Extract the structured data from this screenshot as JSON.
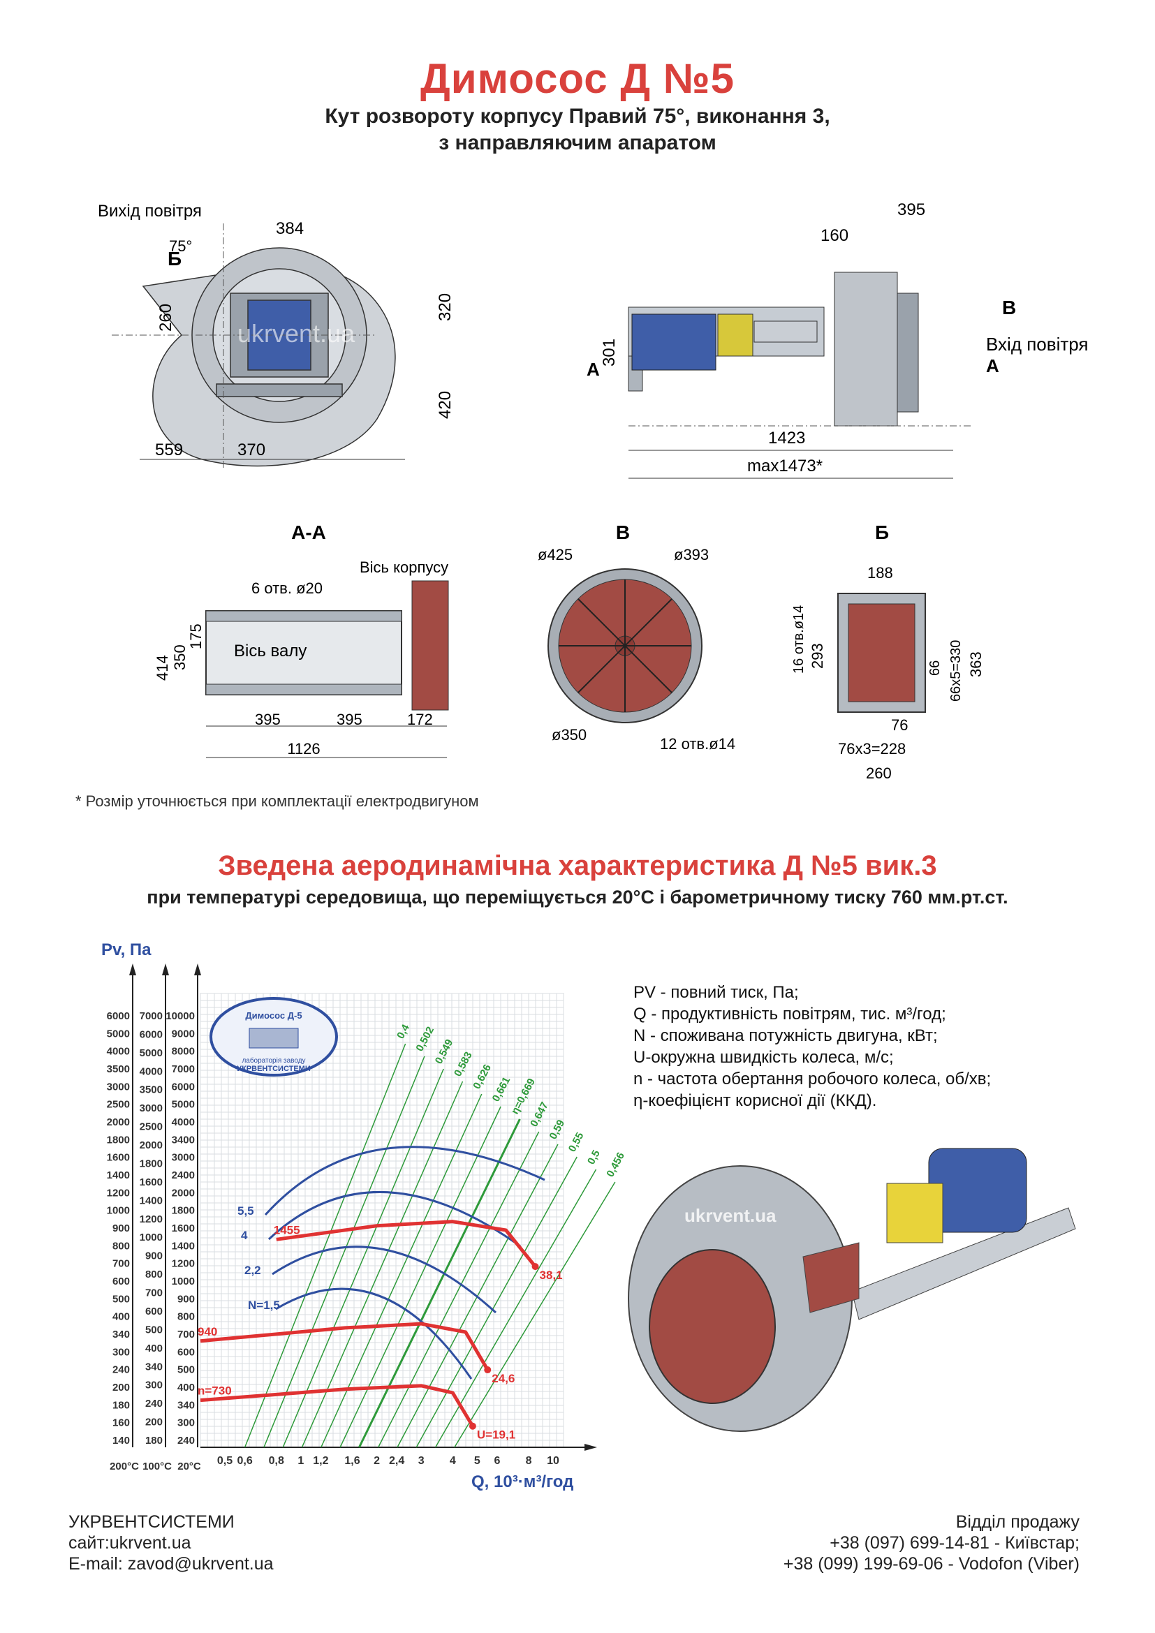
{
  "header": {
    "title": "Димосос  Д №5",
    "subtitle_line1": "Кут розвороту корпусу Правий 75°, виконання 3,",
    "subtitle_line2": "з направляючим апаратом"
  },
  "drawing_front": {
    "air_outlet": "Вихід повітря",
    "angle": "75°",
    "section_b": "Б",
    "dims": [
      "384",
      "260",
      "320",
      "420",
      "559",
      "370"
    ],
    "watermark": "ukrvent.ua"
  },
  "drawing_side": {
    "dims": [
      "395",
      "160",
      "301",
      "1423",
      "max1473*"
    ],
    "section_v": "В",
    "section_a": "А",
    "air_inlet": "Вхід повітря"
  },
  "section_aa": {
    "title": "А-А",
    "holes": "6 отв. ø20",
    "body_axis": "Вісь корпусу",
    "shaft_axis": "Вісь валу",
    "dims": [
      "414",
      "350",
      "175",
      "395",
      "395",
      "172",
      "1126"
    ]
  },
  "section_v_view": {
    "title": "В",
    "dims": [
      "ø425",
      "ø393",
      "ø350",
      "12 отв.ø14"
    ]
  },
  "section_b_view": {
    "title": "Б",
    "dims": [
      "188",
      "16 отв.ø14",
      "293",
      "66",
      "66х5=330",
      "363",
      "76",
      "76х3=228",
      "260"
    ]
  },
  "footnote": "* Розмір уточнюється при комплектації електродвигуном",
  "aero": {
    "title": "Зведена аеродинамічна характеристика Д №5 вик.3",
    "subtitle": "при температурі середовища, що переміщується 20°С і барометричному тиску 760 мм.рт.ст."
  },
  "chart_data": {
    "type": "line",
    "xlabel": "Q, 10³·м³/год",
    "ylabel": "Pv, Па",
    "x_ticks": [
      "0,5",
      "0,6",
      "0,8",
      "1",
      "1,2",
      "1,6",
      "2",
      "2,4",
      "3",
      "4",
      "5",
      "6",
      "8",
      "10"
    ],
    "y_temp_labels": [
      "200°C",
      "100°C",
      "20°C"
    ],
    "y_ticks_200C": [
      "6000",
      "5000",
      "4000",
      "3500",
      "3000",
      "2500",
      "2000",
      "1800",
      "1600",
      "1400",
      "1200",
      "1000",
      "900",
      "800",
      "700",
      "600",
      "500",
      "400",
      "340",
      "300",
      "240",
      "200",
      "180",
      "160",
      "140"
    ],
    "y_ticks_100C": [
      "7000",
      "6000",
      "5000",
      "4000",
      "3500",
      "3000",
      "2500",
      "2000",
      "1800",
      "1600",
      "1400",
      "1200",
      "1000",
      "900",
      "800",
      "700",
      "600",
      "500",
      "400",
      "340",
      "300",
      "240",
      "200",
      "180"
    ],
    "y_ticks_20C": [
      "10000",
      "9000",
      "8000",
      "7000",
      "6000",
      "5000",
      "4000",
      "3400",
      "3000",
      "2400",
      "2000",
      "1800",
      "1600",
      "1400",
      "1200",
      "1000",
      "900",
      "800",
      "700",
      "600",
      "500",
      "400",
      "340",
      "300",
      "240"
    ],
    "series": [
      {
        "name": "n=730",
        "rpm": 730,
        "U": "U=19,1",
        "points": [
          [
            0.4,
            300
          ],
          [
            1.5,
            330
          ],
          [
            3,
            340
          ],
          [
            4,
            320
          ],
          [
            4.8,
            240
          ]
        ]
      },
      {
        "name": "940",
        "rpm": 940,
        "U": "24,6",
        "points": [
          [
            0.4,
            500
          ],
          [
            1.5,
            560
          ],
          [
            3,
            580
          ],
          [
            4.5,
            540
          ],
          [
            5.5,
            390
          ]
        ]
      },
      {
        "name": "1455",
        "rpm": 1455,
        "U": "38,1",
        "points": [
          [
            0.8,
            1200
          ],
          [
            2,
            1350
          ],
          [
            4,
            1400
          ],
          [
            6.5,
            1300
          ],
          [
            8.5,
            950
          ]
        ]
      }
    ],
    "power_curves": [
      "N=1,5",
      "2,2",
      "4",
      "5,5"
    ],
    "efficiency_lines": [
      "0,4",
      "0,502",
      "0,549",
      "0,583",
      "0,626",
      "0,661",
      "η=0,669",
      "0,647",
      "0,59",
      "0,55",
      "0,5",
      "0,456"
    ],
    "badge": {
      "line1": "Димосос Д-5",
      "line2": "лабораторія заводу",
      "line3": "УКРВЕНТСИСТЕМИ"
    },
    "grid": true
  },
  "legend": {
    "items": [
      "PV - повний тиск, Па;",
      "Q - продуктивність повітрям, тис. м³/год;",
      "N - споживана потужність двигуна, кВт;",
      "U-окружна швидкість колеса, м/с;",
      "n - частота обертання робочого колеса, об/хв;",
      "η-коефіцієнт корисної дії (ККД)."
    ]
  },
  "footer": {
    "company": "УКРВЕНТСИСТЕМИ",
    "site": "сайт:ukrvent.ua",
    "email": "E-mail: zavod@ukrvent.ua",
    "sales": "Відділ продажу",
    "phone1": "+38 (097) 699-14-81 - Київстар;",
    "phone2": "+38 (099) 199-69-06 - Vodofon (Viber)"
  },
  "colors": {
    "accent": "#d9413c",
    "curve_blue": "#2f4fa0",
    "curve_red": "#e03232",
    "efficiency_green": "#2e9a3a"
  }
}
